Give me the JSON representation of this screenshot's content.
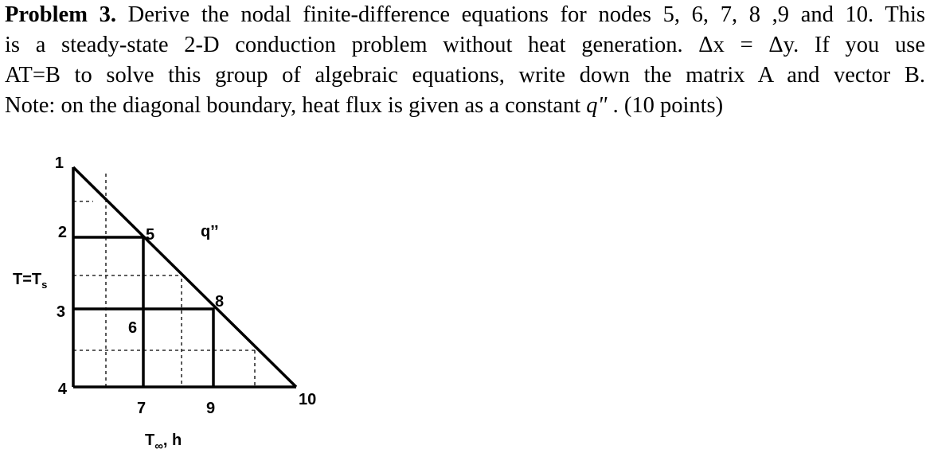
{
  "problem": {
    "heading": "Problem 3.",
    "line1": " Derive the nodal finite-difference equations for nodes 5, 6, 7, 8 ,9 and 10. This",
    "line2": "is a steady-state 2-D conduction problem without heat generation. Δx = Δy. If you use",
    "line3": "AT=B to solve this group of algebraic equations, write down the matrix A and vector B.",
    "line4_a": "Note: on the diagonal boundary, heat flux is given as a constant ",
    "line4_q": "q\"",
    "line4_b": " . (10 points)"
  },
  "figure": {
    "nodes": [
      "1",
      "2",
      "3",
      "4",
      "5",
      "6",
      "7",
      "8",
      "9",
      "10"
    ],
    "left_bc": "T=T",
    "left_bc_sub": "s",
    "flux_label": "q’’",
    "bottom_bc": "T",
    "bottom_bc_sub": "∞",
    "bottom_bc_rest": ", h"
  }
}
